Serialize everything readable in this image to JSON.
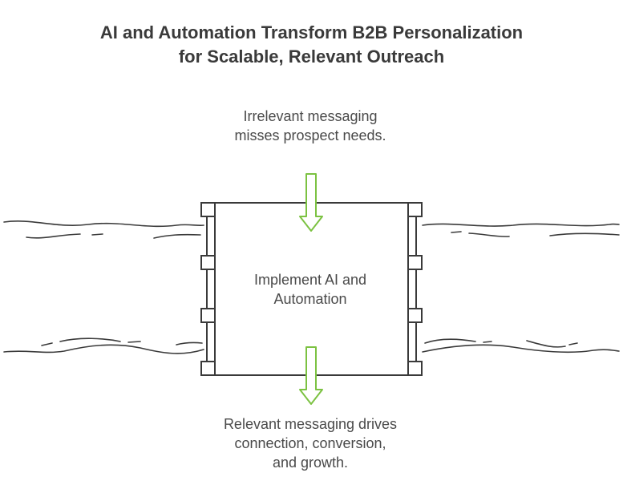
{
  "title": {
    "line1": "AI and Automation Transform B2B Personalization",
    "line2": "for Scalable, Relevant Outreach"
  },
  "input_label": "Irrelevant messaging misses prospect needs.",
  "process_label": "Implement AI and Automation",
  "output_label": "Relevant messaging drives connection, conversion, and growth.",
  "colors": {
    "arrow": "#7cc242",
    "outline": "#3a3a3a",
    "text": "#4a4a4a"
  }
}
